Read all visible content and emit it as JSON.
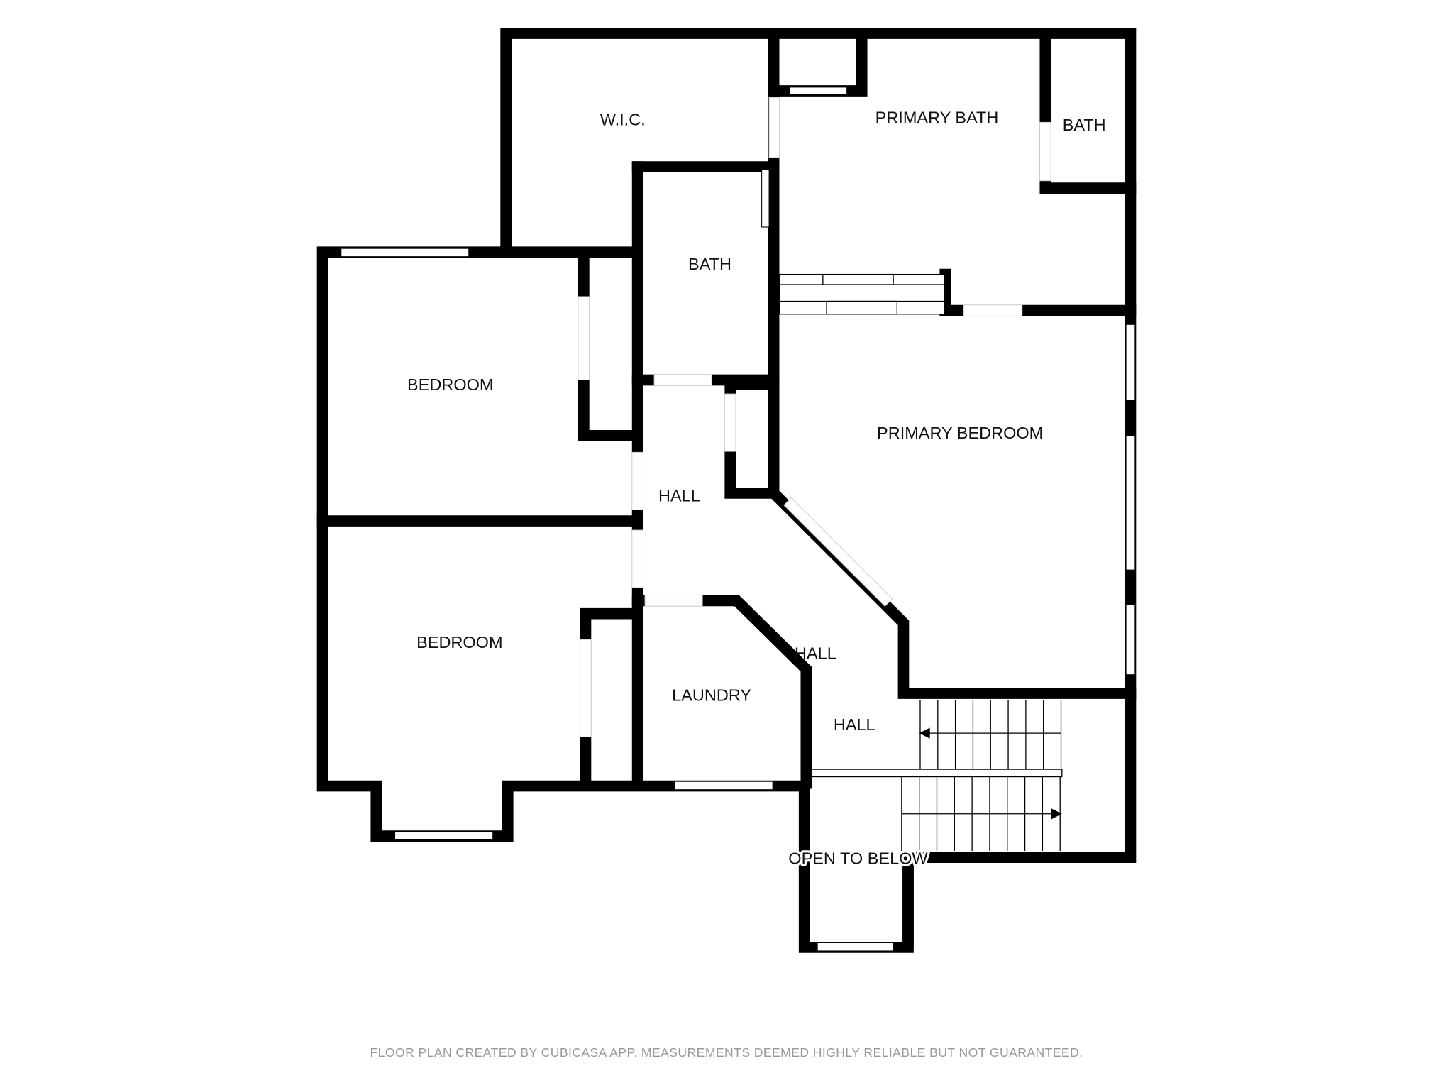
{
  "rooms": {
    "wic": "W.I.C.",
    "primary_bath": "PRIMARY BATH",
    "bath_small": "BATH",
    "bath": "BATH",
    "bedroom_1": "BEDROOM",
    "bedroom_2": "BEDROOM",
    "primary_bedroom": "PRIMARY BEDROOM",
    "hall_1": "HALL",
    "hall_2": "HALL",
    "hall_3": "HALL",
    "laundry": "LAUNDRY",
    "open_to_below": "OPEN TO BELOW"
  },
  "footer": "FLOOR PLAN CREATED BY CUBICASA APP. MEASUREMENTS DEEMED HIGHLY RELIABLE BUT NOT GUARANTEED.",
  "colors": {
    "wall": "#000000",
    "background": "#ffffff",
    "footer_text": "#999999"
  }
}
